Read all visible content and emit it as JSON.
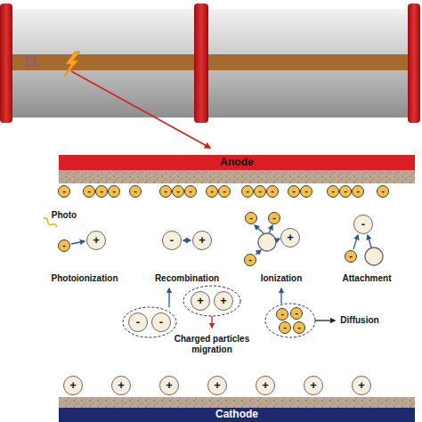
{
  "diagram": {
    "nodes": [
      {
        "text": [
          "Anode"
        ]
      },
      {
        "text": [
          "Cathode"
        ]
      }
    ],
    "labels": [
      "-",
      "-",
      "-",
      "-",
      "-",
      "-",
      "-",
      "-",
      "-",
      "-",
      "-",
      "-",
      "-",
      "-",
      "-",
      "-",
      "-",
      "-",
      "-",
      "Photo",
      "-",
      "+",
      "-",
      "+",
      "-",
      "-",
      "+",
      "-",
      "-",
      "-",
      "Photoionization",
      "Recombination",
      "Ionization",
      "Attachment",
      "-",
      "-",
      "+",
      "+",
      "Charged particles migration",
      "-",
      "-",
      "-",
      "-",
      "Diffusion",
      "+",
      "+",
      "+",
      "+",
      "+",
      "+",
      "+"
    ]
  }
}
